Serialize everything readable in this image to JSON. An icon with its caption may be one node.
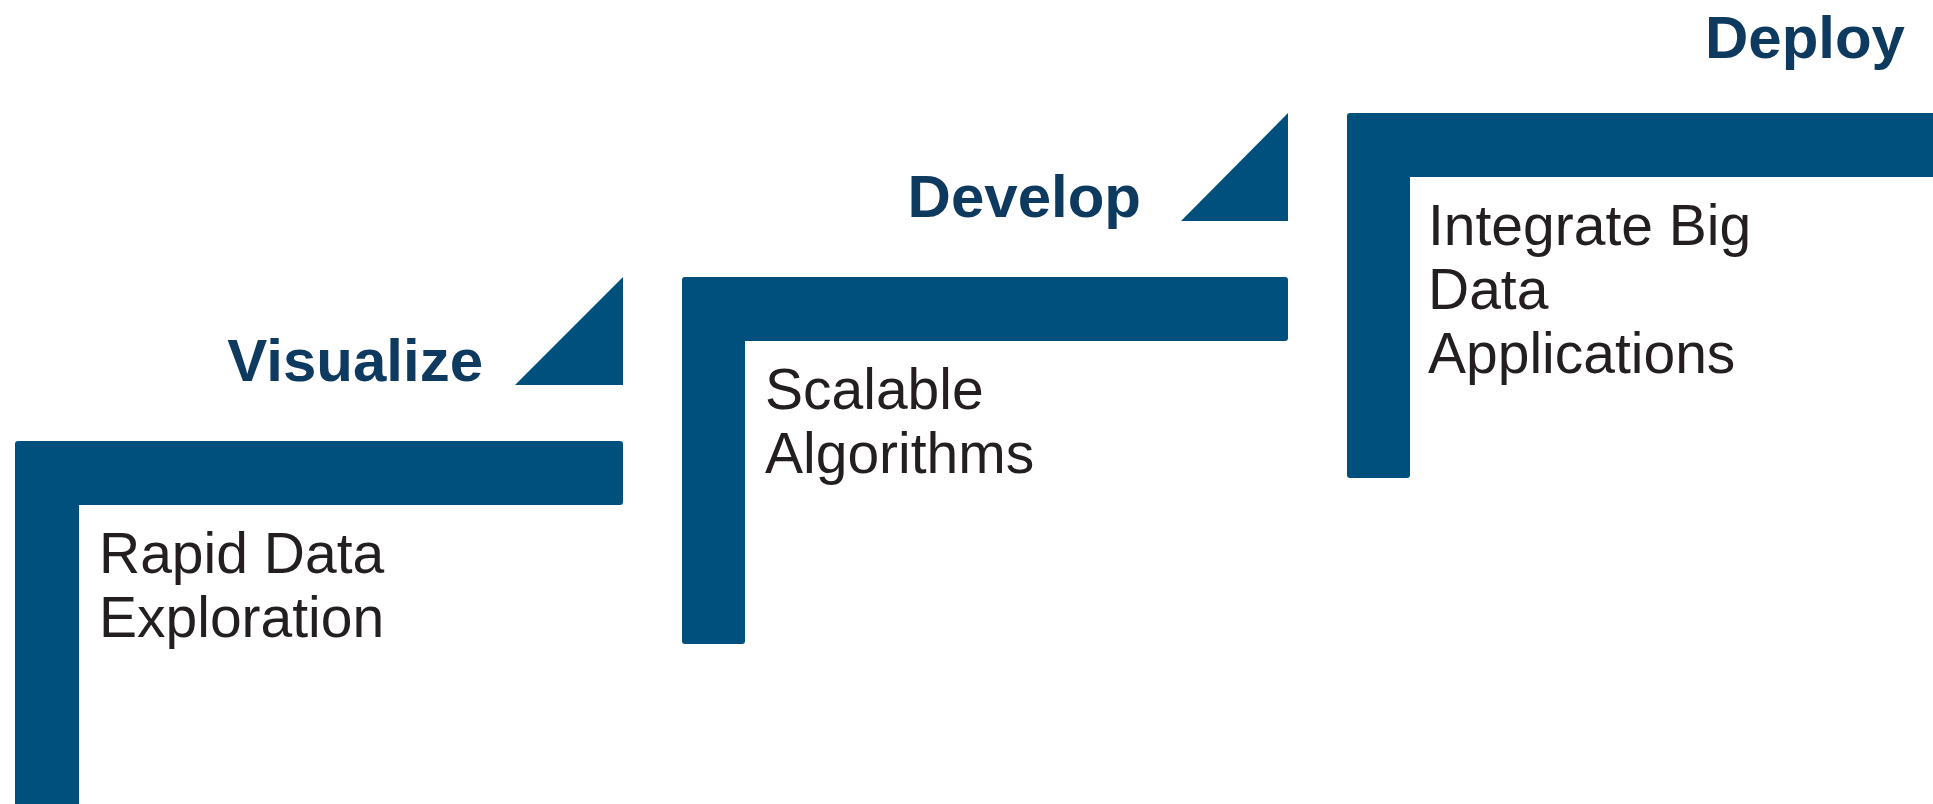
{
  "diagram": {
    "nodes": [
      {
        "text": [
          "Visualize",
          "Rapid Data Exploration"
        ]
      },
      {
        "text": [
          "Develop",
          "Scalable Algorithms"
        ]
      },
      {
        "text": [
          "Deploy",
          "Integrate Big Data Applications"
        ]
      }
    ]
  }
}
